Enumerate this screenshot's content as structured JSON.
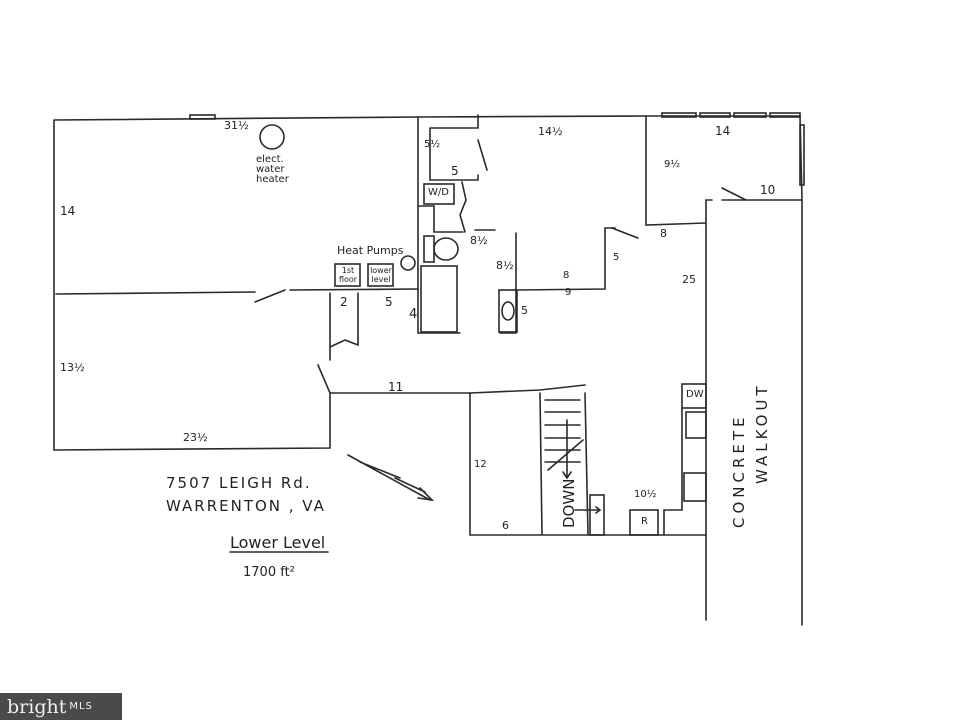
{
  "plan": {
    "title": "Lower Level",
    "area": "1700 ft²",
    "address_line1": "7507 LEIGH Rd.",
    "address_line2": "WARRENTON , VA",
    "walkout_line1": "CONCRETE",
    "walkout_line2": "WALKOUT",
    "dimensions": {
      "top_left_width": "31½",
      "left_upper_height": "14",
      "left_lower_height": "13½",
      "bottom_left_width": "23½",
      "closet_height": "5½",
      "closet_width": "5",
      "middle_width": "14½",
      "hall_width": "8½",
      "bath_height": "8½",
      "utility_2": "2",
      "utility_5": "5",
      "bath_4": "4",
      "sink_5": "5",
      "step_8": "8",
      "step_9": "9",
      "step_5": "5",
      "right_room_width": "14",
      "right_room_height": "9½",
      "right_room_10": "10",
      "corridor_8": "8",
      "kitchen_length": "25",
      "hall_11": "11",
      "stair_room_12": "12",
      "stair_room_6": "6",
      "kitchen_width": "10½"
    },
    "fixtures": {
      "water_heater": "elect. water heater",
      "heat_pumps": "Heat Pumps",
      "pump_1": "1st floor",
      "pump_2": "lower level",
      "washer_dryer": "W/D",
      "dishwasher": "DW",
      "refrigerator": "R",
      "stairs": "DOWN"
    }
  },
  "logo": {
    "brand": "bright",
    "suffix": "MLS"
  }
}
